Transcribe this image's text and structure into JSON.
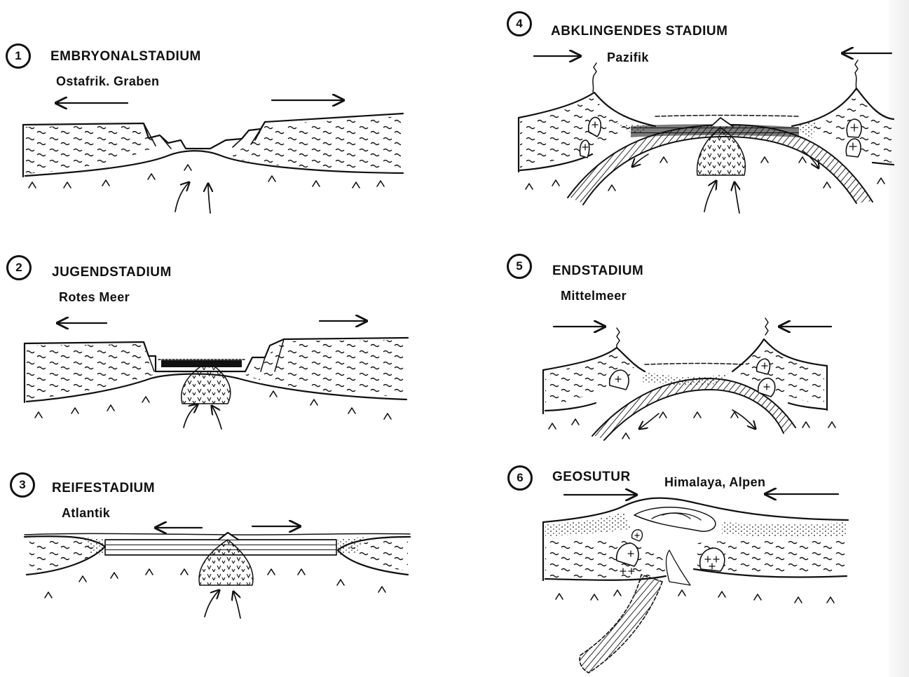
{
  "stages": [
    {
      "number": "1",
      "title": "EMBRYONALSTADIUM",
      "example": "Ostafrik. Graben"
    },
    {
      "number": "2",
      "title": "JUGENDSTADIUM",
      "example": "Rotes Meer"
    },
    {
      "number": "3",
      "title": "REIFESTADIUM",
      "example": "Atlantik"
    },
    {
      "number": "4",
      "title": "ABKLINGENDES  STADIUM",
      "example": "Pazifik"
    },
    {
      "number": "5",
      "title": "ENDSTADIUM",
      "example": "Mittelmeer"
    },
    {
      "number": "6",
      "title": "GEOSUTUR",
      "example": "Himalaya, Alpen"
    }
  ],
  "colors": {
    "ink": "#111111",
    "paper": "#ffffff",
    "edge_shadow": "#eeeeee"
  }
}
